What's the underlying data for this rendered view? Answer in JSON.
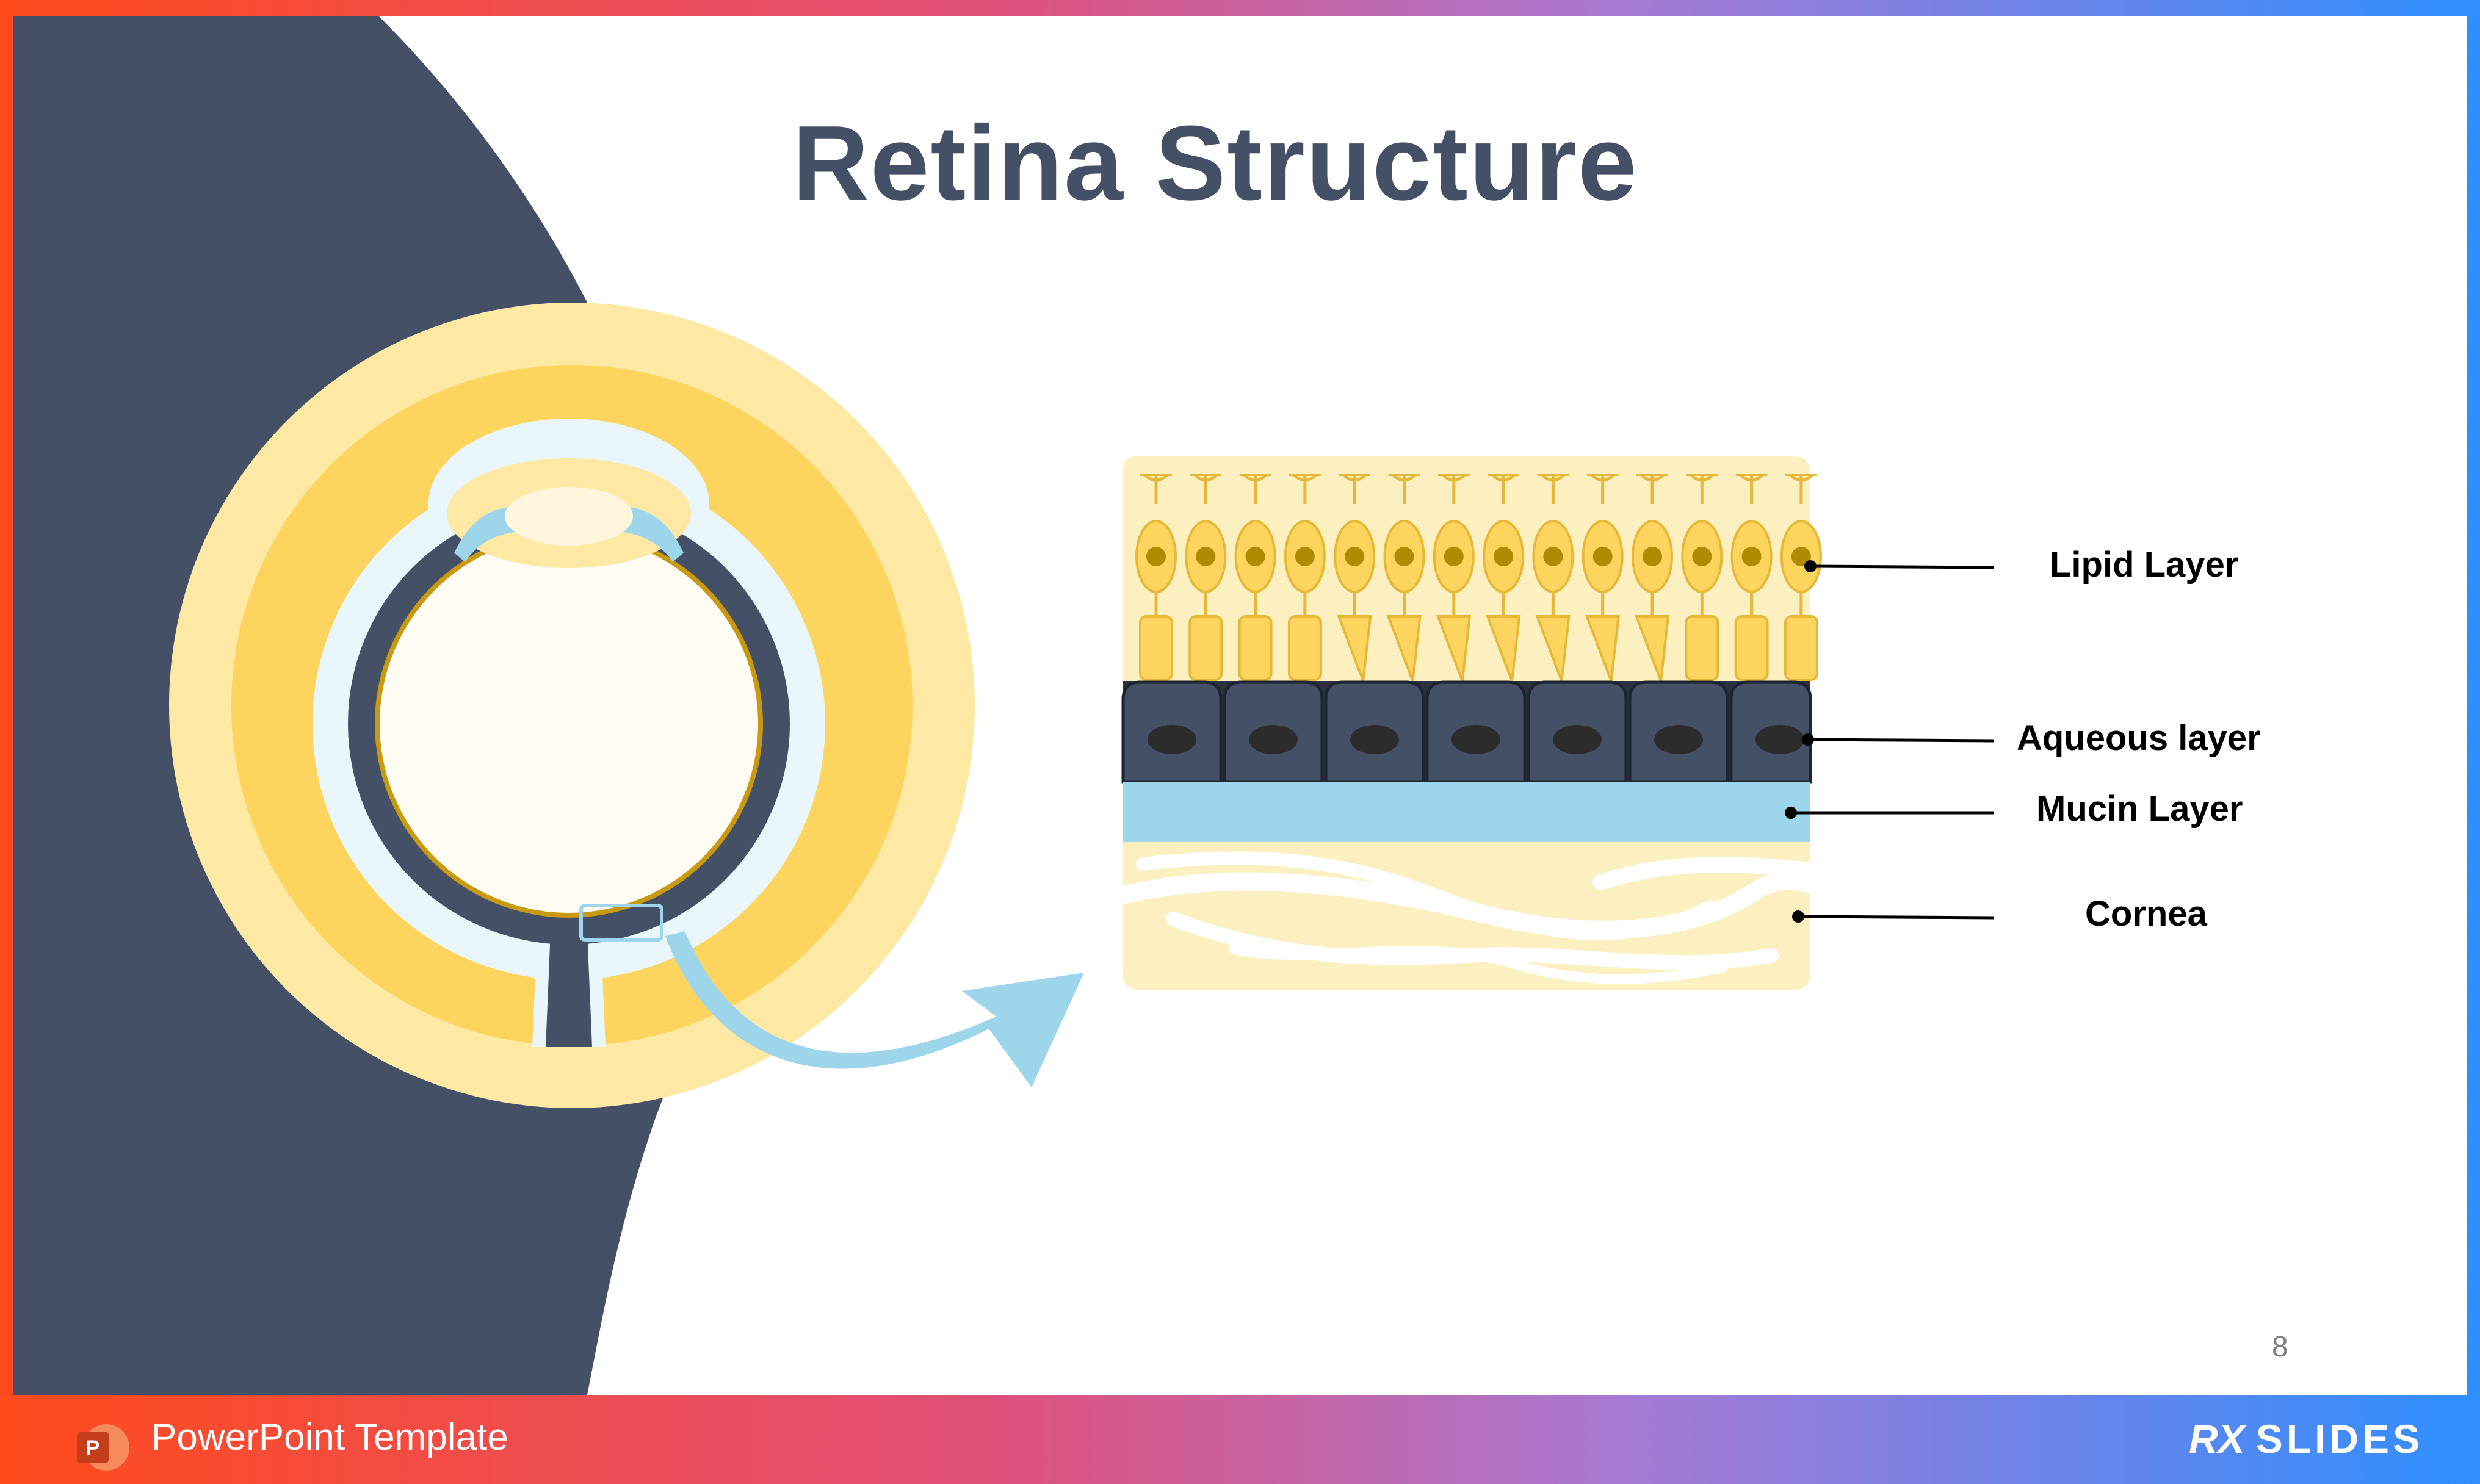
{
  "title": "Retina Structure",
  "labels": {
    "lipid": "Lipid Layer",
    "aqueous": "Aqueous layer",
    "mucin": "Mucin Layer",
    "cornea": "Cornea"
  },
  "page_number": "8",
  "footer": {
    "icon_letter": "P",
    "template_label": "PowerPoint Template",
    "brand_rx": "RX",
    "brand_name": "SLIDES"
  },
  "colors": {
    "navy": "#435066",
    "yellow_light": "#fde9a3",
    "yellow": "#fdd55e",
    "pale_blue": "#e9f6fb",
    "blue": "#9dd6ea",
    "cream": "#fdf3cd",
    "gold": "#c99a10",
    "cell_nucleus": "#b08a00"
  }
}
